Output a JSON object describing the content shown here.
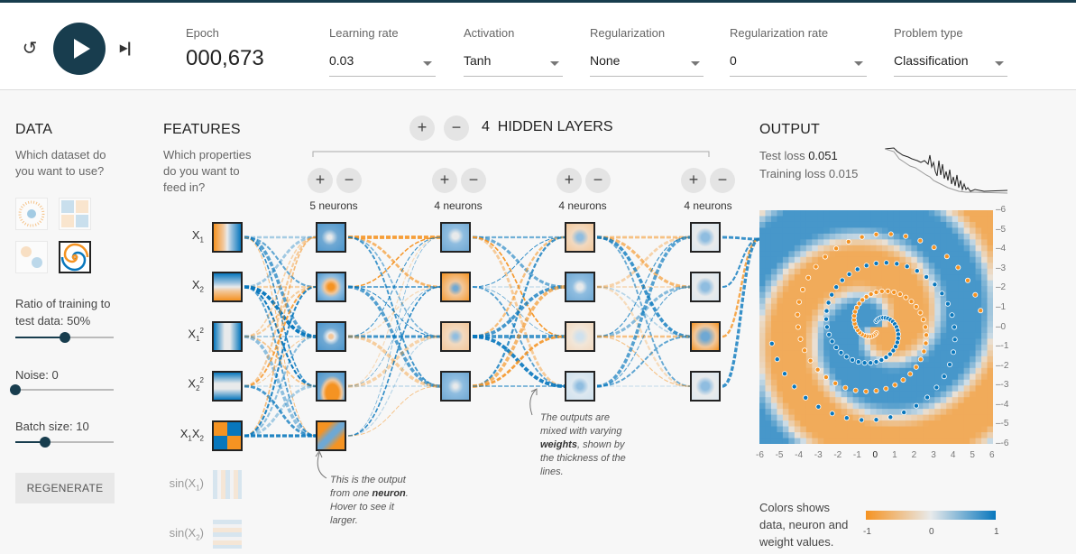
{
  "header": {
    "epoch_label": "Epoch",
    "epoch_value": "000,673",
    "controls": [
      {
        "label": "Learning rate",
        "value": "0.03"
      },
      {
        "label": "Activation",
        "value": "Tanh"
      },
      {
        "label": "Regularization",
        "value": "None"
      },
      {
        "label": "Regularization rate",
        "value": "0"
      },
      {
        "label": "Problem type",
        "value": "Classification"
      }
    ]
  },
  "data_panel": {
    "title": "DATA",
    "subtitle": "Which dataset do you want to use?",
    "ratio_label": "Ratio of training to test data:",
    "ratio_value": "50%",
    "ratio_fraction": 0.5,
    "noise_label": "Noise:",
    "noise_value": "0",
    "noise_fraction": 0,
    "batch_label": "Batch size:",
    "batch_value": "10",
    "batch_fraction": 0.3,
    "regenerate_label": "REGENERATE"
  },
  "features_panel": {
    "title": "FEATURES",
    "subtitle": "Which properties do you want to feed in?",
    "features": [
      {
        "label": "X1"
      },
      {
        "label": "X2"
      },
      {
        "label": "X1²"
      },
      {
        "label": "X2²"
      },
      {
        "label": "X1X2"
      },
      {
        "label": "sin(X1)"
      },
      {
        "label": "sin(X2)"
      }
    ]
  },
  "network": {
    "plus": "+",
    "minus": "−",
    "hidden_count": "4",
    "hidden_label": "HIDDEN LAYERS",
    "layers": [
      {
        "label": "5 neurons"
      },
      {
        "label": "4 neurons"
      },
      {
        "label": "4 neurons"
      },
      {
        "label": "4 neurons"
      }
    ],
    "annotation_neuron_1": "This is the output from one",
    "annotation_neuron_bold": "neuron",
    "annotation_neuron_2": ". Hover to see it larger.",
    "annotation_weights_1": "The outputs are mixed with varying",
    "annotation_weights_bold": "weights",
    "annotation_weights_2": ", shown by the thickness of the lines."
  },
  "output_panel": {
    "title": "OUTPUT",
    "test_loss_label": "Test loss",
    "test_loss_value": "0.051",
    "training_loss_label": "Training loss",
    "training_loss_value": "0.015",
    "x_ticks": [
      "-6",
      "-5",
      "-4",
      "-3",
      "-2",
      "-1",
      "0",
      "1",
      "2",
      "3",
      "4",
      "5",
      "6"
    ],
    "y_ticks": [
      "6",
      "5",
      "4",
      "3",
      "2",
      "1",
      "0",
      "-1",
      "-2",
      "-3",
      "-4",
      "-5",
      "-6"
    ],
    "legend_text": "Colors shows data, neuron and weight values.",
    "legend_min": "-1",
    "legend_mid": "0",
    "legend_max": "1"
  },
  "colors": {
    "positive": "#0877bd",
    "negative": "#f59322",
    "neutral": "#e8eaeb",
    "dark": "#183d4e"
  },
  "icons": {
    "reset": "reset-icon",
    "play": "play-icon",
    "step": "step-forward-icon"
  }
}
